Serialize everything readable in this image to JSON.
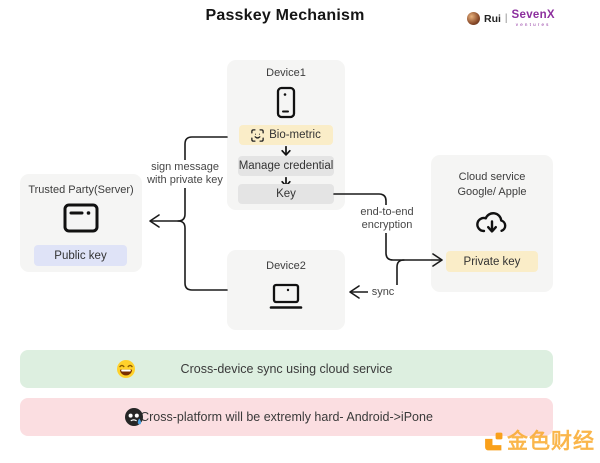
{
  "title": "Passkey Mechanism",
  "byline": {
    "author": "Rui",
    "separator": "|",
    "org": "SevenX",
    "org_sub": "ventures"
  },
  "diagram": {
    "device1": {
      "label": "Device1",
      "icon": "smartphone-icon",
      "steps": [
        {
          "label": "Bio-metric",
          "style": "yellow",
          "icon": "face-scan-icon"
        },
        {
          "label": "Manage credential",
          "style": "gray"
        },
        {
          "label": "Key",
          "style": "gray"
        }
      ]
    },
    "trusted_party": {
      "label": "Trusted Party(Server)",
      "icon": "server-window-icon",
      "key_label": "Public key"
    },
    "cloud_service": {
      "label_line1": "Cloud service",
      "label_line2": "Google/ Apple",
      "icon": "cloud-download-icon",
      "key_label": "Private key"
    },
    "device2": {
      "label": "Device2",
      "icon": "laptop-icon"
    },
    "edges": {
      "sign_line1": "sign message",
      "sign_line2": "with private key",
      "e2e_line1": "end-to-end",
      "e2e_line2": "encryption",
      "sync": "sync"
    }
  },
  "notes": [
    {
      "icon": "laughing-emoji",
      "text": "Cross-device sync using cloud service"
    },
    {
      "icon": "black-sweat-emoji",
      "text": "Cross-platform will be extremly hard- Android->iPone"
    }
  ],
  "watermark": {
    "text": "金色财经"
  },
  "colors": {
    "box_bg": "#f5f5f4",
    "step_gray": "#e4e4e4",
    "highlight_yellow": "#faedc8",
    "public_key_lavender": "#dfe3f7",
    "note_green": "#ddefe0",
    "note_pink": "#fbdee1",
    "line_black": "#1a1a1a",
    "brand_purple": "#8d2f9e",
    "watermark_orange": "#f9a51f"
  }
}
